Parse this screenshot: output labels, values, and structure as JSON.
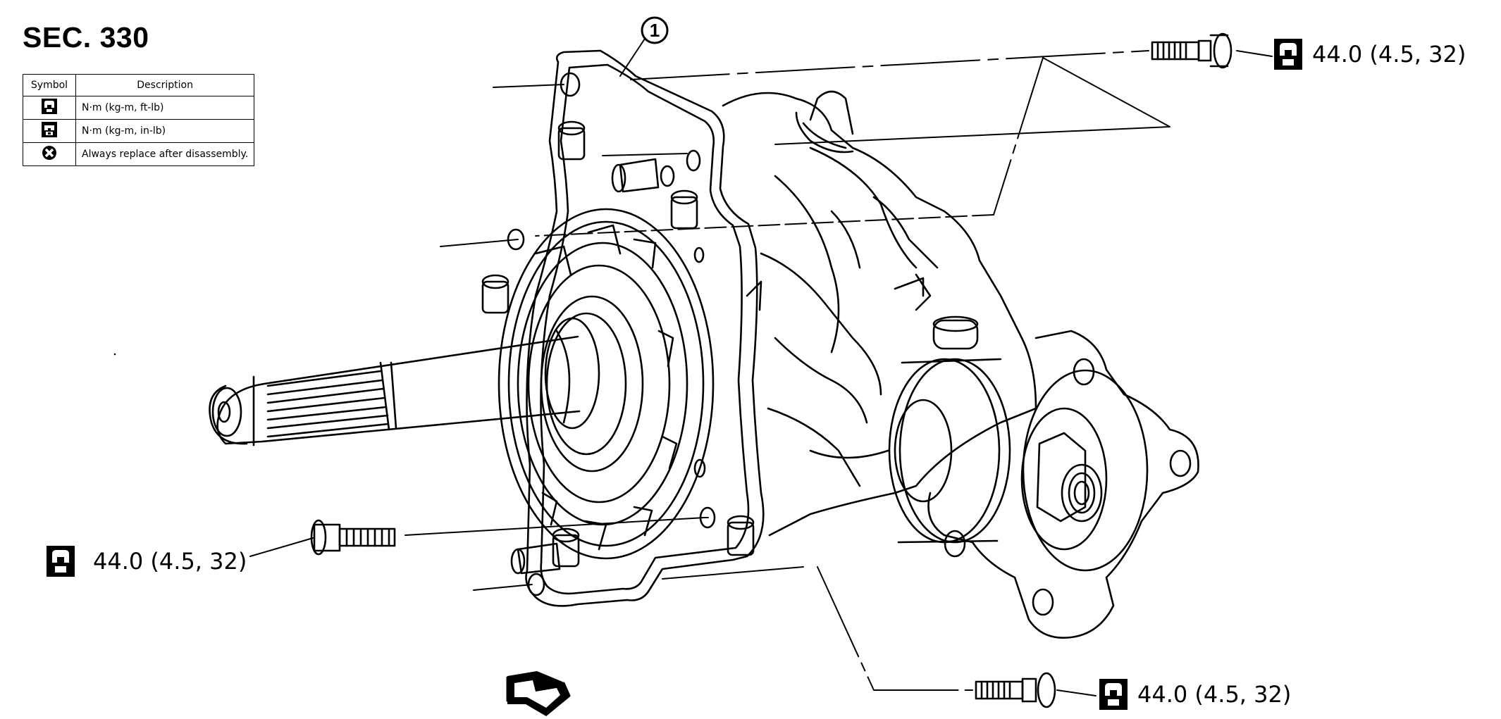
{
  "section": {
    "title": "SEC. 330"
  },
  "legend": {
    "headers": {
      "symbol": "Symbol",
      "description": "Description"
    },
    "rows": [
      {
        "icon": "torque-wrench-icon",
        "description": "N·m (kg-m, ft-lb)"
      },
      {
        "icon": "torque-wrench-inlb-icon",
        "description": "N·m (kg-m, in-lb)"
      },
      {
        "icon": "always-replace-icon",
        "description": "Always replace after disassembly."
      }
    ]
  },
  "part_number": "1",
  "torque_callouts": {
    "top_right": "44.0 (4.5, 32)",
    "left": "44.0 (4.5, 32)",
    "bottom_right": "44.0 (4.5, 32)"
  }
}
